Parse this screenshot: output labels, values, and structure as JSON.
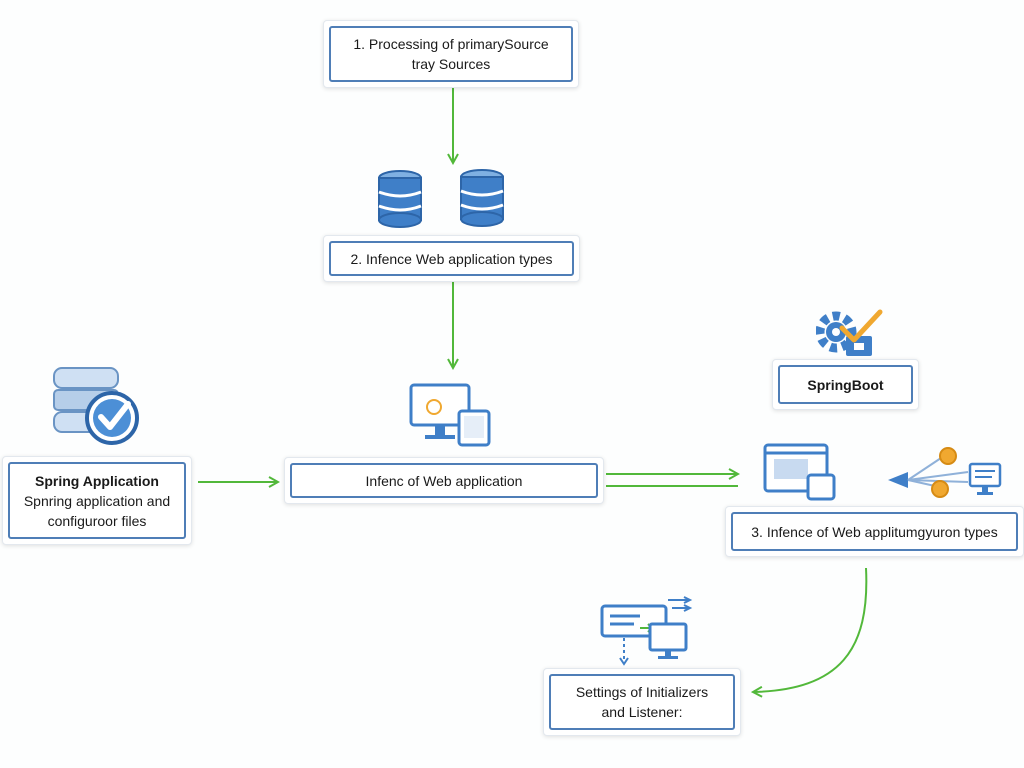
{
  "colors": {
    "arrow": "#52b83a",
    "box_border": "#4f7eb7",
    "icon_blue": "#3f7fc8",
    "icon_orange": "#f0a830",
    "icon_light": "#cfe0f3"
  },
  "nodes": {
    "step1": {
      "line1": "1. Processing of primarySource",
      "line2": "tray Sources"
    },
    "step2": {
      "label": "2.  Infence Web application types"
    },
    "spring_app": {
      "title": "Spring Application",
      "line1": "Spnring application and",
      "line2": "configuroor files"
    },
    "infer_web": {
      "label": "Infenc of Web application"
    },
    "springboot": {
      "label": "SpringBoot"
    },
    "step3": {
      "label": "3.  Infence of Web applitumgyuron types"
    },
    "settings": {
      "line1": "Settings of Initializers",
      "line2": "and Listener:"
    }
  },
  "icons": [
    "database-icon",
    "database-icon",
    "server-check-icon",
    "monitor-tablet-icon",
    "gear-check-icon",
    "browser-windows-icon",
    "network-monitor-icon",
    "monitor-transfer-icon"
  ]
}
